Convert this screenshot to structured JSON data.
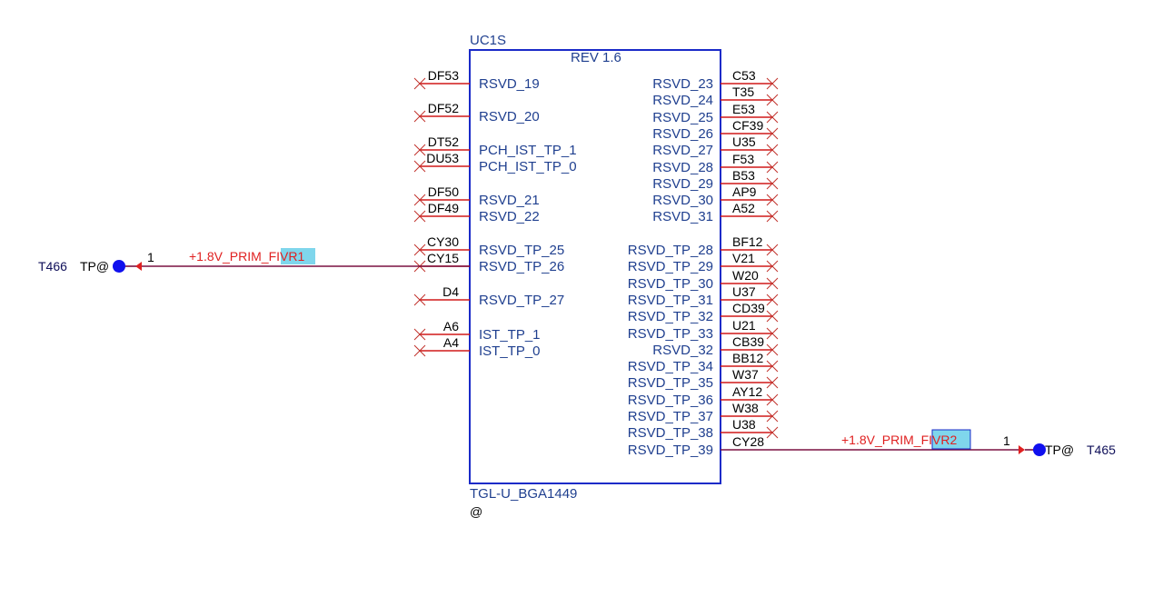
{
  "part": {
    "refdes": "UC1S",
    "rev": "REV 1.6",
    "footprint": "TGL-U_BGA1449",
    "variant": "@"
  },
  "left_pins": [
    {
      "ball": "DF53",
      "name": "RSVD_19"
    },
    {
      "ball": "DF52",
      "name": "RSVD_20"
    },
    {
      "ball": "DT52",
      "name": "PCH_IST_TP_1"
    },
    {
      "ball": "DU53",
      "name": "PCH_IST_TP_0"
    },
    {
      "ball": "DF50",
      "name": "RSVD_21"
    },
    {
      "ball": "DF49",
      "name": "RSVD_22"
    },
    {
      "ball": "CY30",
      "name": "RSVD_TP_25"
    },
    {
      "ball": "CY15",
      "name": "RSVD_TP_26"
    },
    {
      "ball": "D4",
      "name": "RSVD_TP_27"
    },
    {
      "ball": "A6",
      "name": "IST_TP_1"
    },
    {
      "ball": "A4",
      "name": "IST_TP_0"
    }
  ],
  "right_pins": [
    {
      "ball": "C53",
      "name": "RSVD_23"
    },
    {
      "ball": "T35",
      "name": "RSVD_24"
    },
    {
      "ball": "E53",
      "name": "RSVD_25"
    },
    {
      "ball": "CF39",
      "name": "RSVD_26"
    },
    {
      "ball": "U35",
      "name": "RSVD_27"
    },
    {
      "ball": "F53",
      "name": "RSVD_28"
    },
    {
      "ball": "B53",
      "name": "RSVD_29"
    },
    {
      "ball": "AP9",
      "name": "RSVD_30"
    },
    {
      "ball": "A52",
      "name": "RSVD_31"
    },
    {
      "ball": "BF12",
      "name": "RSVD_TP_28"
    },
    {
      "ball": "V21",
      "name": "RSVD_TP_29"
    },
    {
      "ball": "W20",
      "name": "RSVD_TP_30"
    },
    {
      "ball": "U37",
      "name": "RSVD_TP_31"
    },
    {
      "ball": "CD39",
      "name": "RSVD_TP_32"
    },
    {
      "ball": "U21",
      "name": "RSVD_TP_33"
    },
    {
      "ball": "CB39",
      "name": "RSVD_32"
    },
    {
      "ball": "BB12",
      "name": "RSVD_TP_34"
    },
    {
      "ball": "W37",
      "name": "RSVD_TP_35"
    },
    {
      "ball": "AY12",
      "name": "RSVD_TP_36"
    },
    {
      "ball": "W38",
      "name": "RSVD_TP_37"
    },
    {
      "ball": "U38",
      "name": "RSVD_TP_38"
    },
    {
      "ball": "CY28",
      "name": "RSVD_TP_39"
    }
  ],
  "left_net": {
    "name_prefix": "+1.8V_PRIM_",
    "name_highlight": "FIVR",
    "name_suffix": "1",
    "pin_number": "1",
    "tp_label": "TP@",
    "tp_ref": "T466"
  },
  "right_net": {
    "name_prefix": "+1.8V_PRIM_",
    "name_highlight": "FIVR",
    "name_suffix": "2",
    "pin_number": "1",
    "tp_label": "TP@",
    "tp_ref": "T465"
  },
  "colors": {
    "box": "#1a2bc8",
    "pin_line": "#d01818",
    "net_line": "#7a1040",
    "highlight": "#7fd6ec",
    "testpoint": "#1010ee"
  }
}
